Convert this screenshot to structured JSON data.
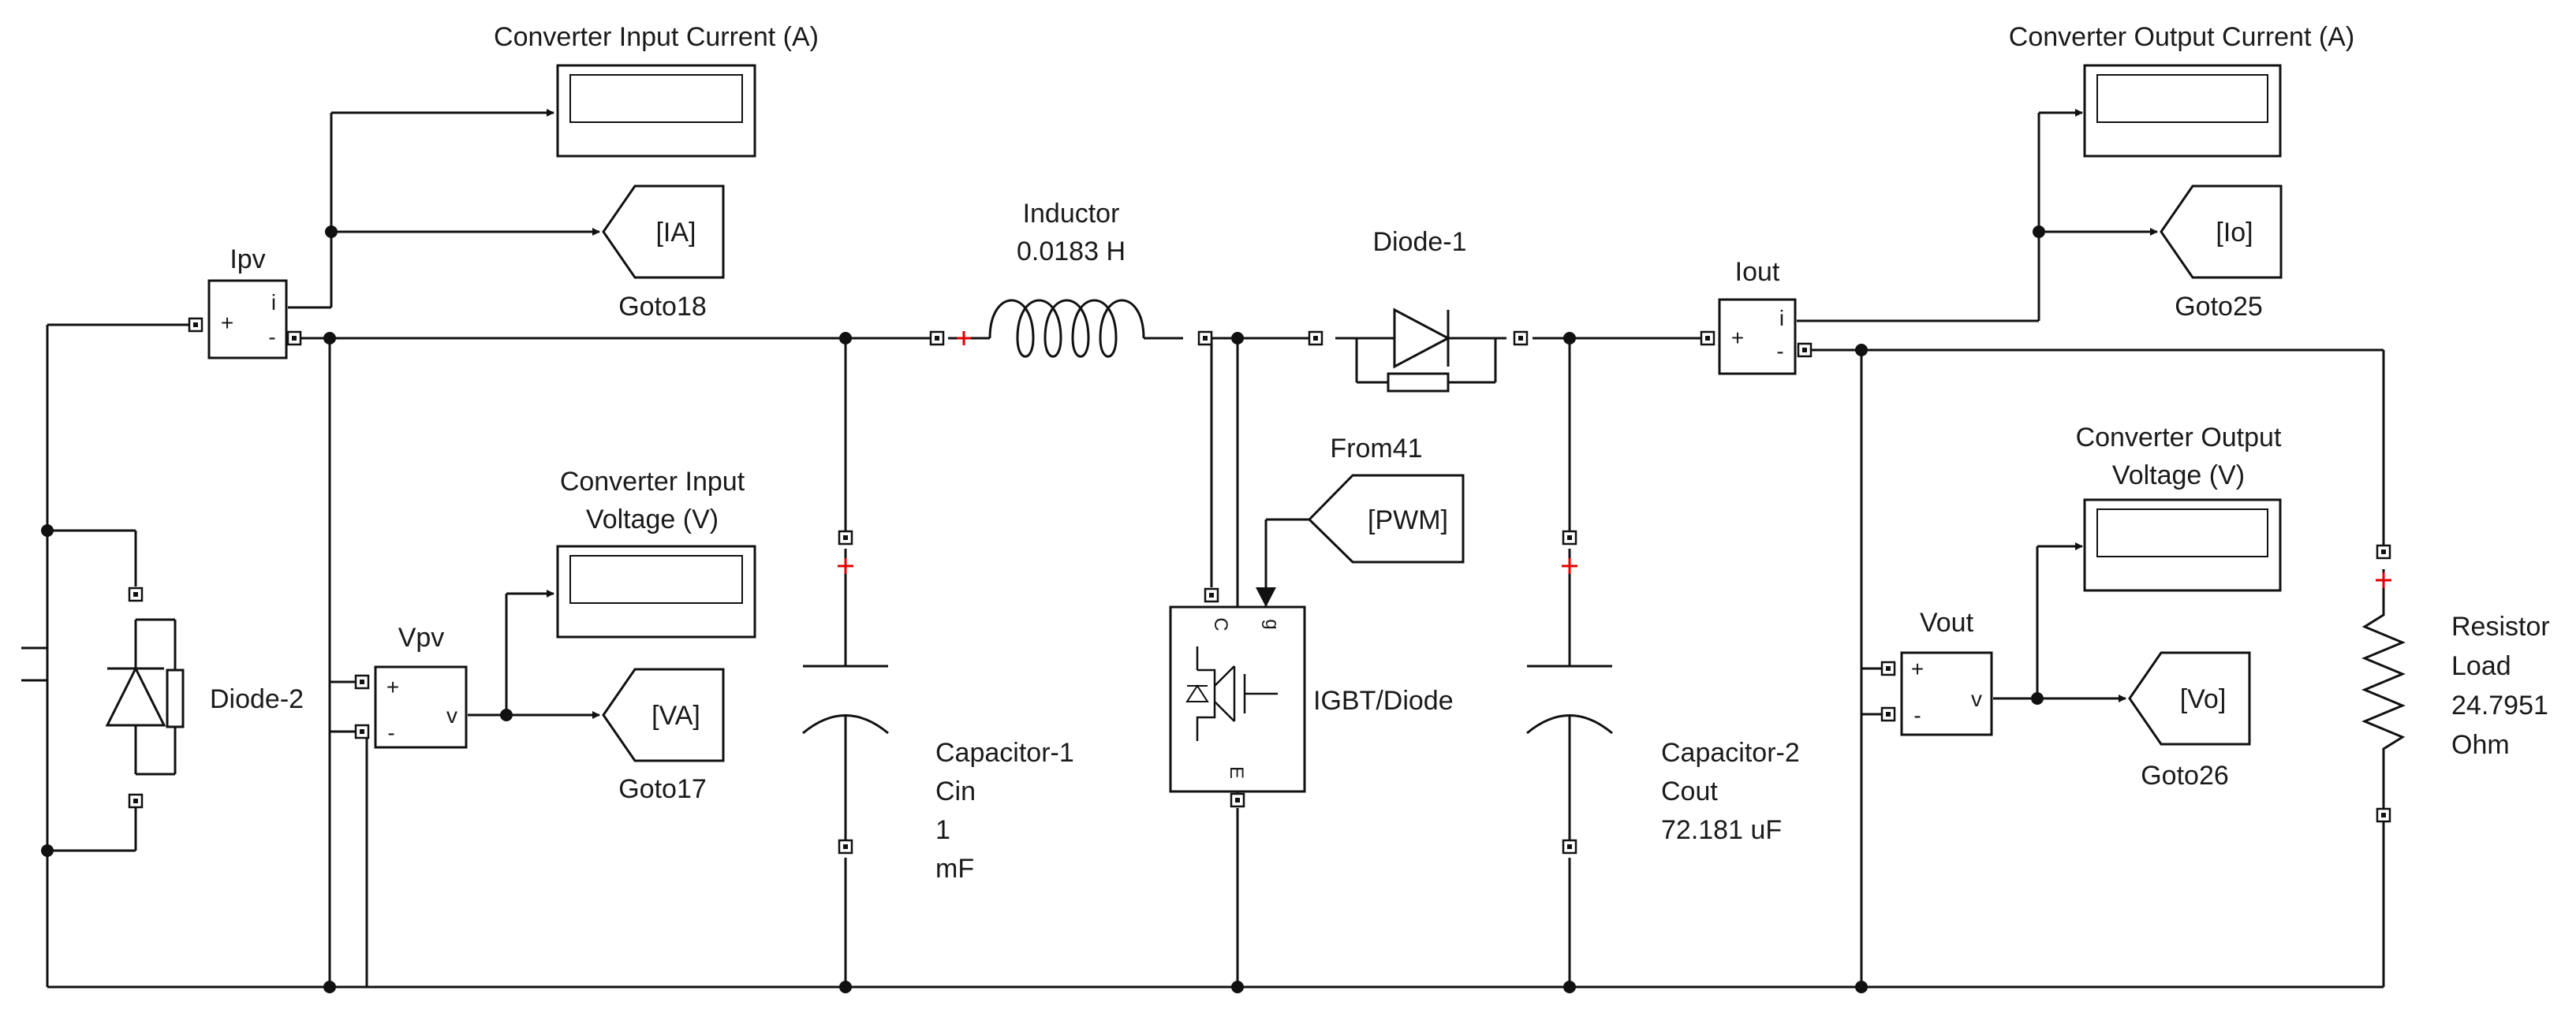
{
  "scopes": {
    "input_current": "Converter Input Current (A)",
    "output_current": "Converter Output Current (A)",
    "input_voltage_line1": "Converter Input",
    "input_voltage_line2": "Voltage (V)",
    "output_voltage_line1": "Converter Output",
    "output_voltage_line2": "Voltage (V)"
  },
  "gotos": {
    "ia_tag": "[IA]",
    "ia_name": "Goto18",
    "va_tag": "[VA]",
    "va_name": "Goto17",
    "io_tag": "[Io]",
    "io_name": "Goto25",
    "vo_tag": "[Vo]",
    "vo_name": "Goto26"
  },
  "from": {
    "tag": "[PWM]",
    "name": "From41"
  },
  "sensors": {
    "ipv": "Ipv",
    "vpv": "Vpv",
    "iout": "Iout",
    "vout": "Vout",
    "plus": "+",
    "minus": "-",
    "i_port": "i",
    "v_port": "v"
  },
  "inductor": {
    "name": "Inductor",
    "value": "0.0183 H"
  },
  "diode1": {
    "name": "Diode-1"
  },
  "diode2": {
    "name": "Diode-2"
  },
  "igbt": {
    "name": "IGBT/Diode",
    "port_c": "C",
    "port_g": "g",
    "port_e": "E"
  },
  "capacitor1": {
    "line1": "Capacitor-1",
    "line2": "Cin",
    "line3": "1",
    "line4": "mF"
  },
  "capacitor2": {
    "line1": "Capacitor-2",
    "line2": "Cout",
    "line3": "72.181 uF"
  },
  "resistor": {
    "line1": "Resistor",
    "line2": "Load",
    "line3": "24.7951",
    "line4": "Ohm"
  }
}
